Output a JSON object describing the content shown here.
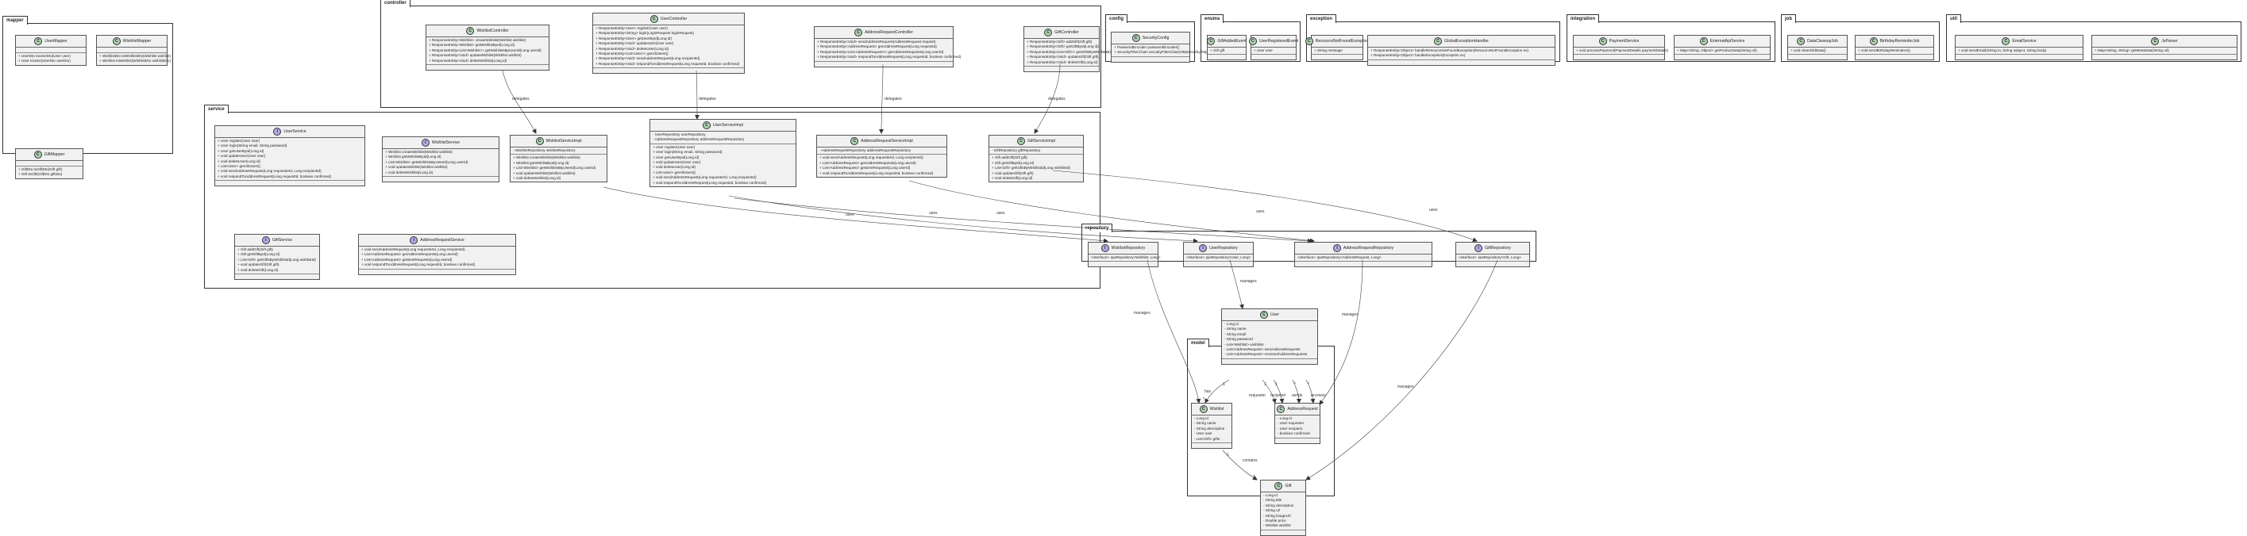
{
  "packages": [
    {
      "id": "mapper",
      "label": "mapper"
    },
    {
      "id": "controller",
      "label": "controller"
    },
    {
      "id": "config",
      "label": "config"
    },
    {
      "id": "enums",
      "label": "enums"
    },
    {
      "id": "exception",
      "label": "exception"
    },
    {
      "id": "integration",
      "label": "integration"
    },
    {
      "id": "job",
      "label": "job"
    },
    {
      "id": "util",
      "label": "util"
    },
    {
      "id": "service",
      "label": "service"
    },
    {
      "id": "repository",
      "label": "repository"
    },
    {
      "id": "model",
      "label": "model"
    }
  ],
  "classes": [
    {
      "id": "UserMapper",
      "name": "UserMapper",
      "kind": "C",
      "sections": [
        [],
        [
          "+ UserDto toUserDto(User user)",
          "+ User toUser(UserDto userDto)"
        ]
      ]
    },
    {
      "id": "WishlistMapper",
      "name": "WishlistMapper",
      "kind": "C",
      "sections": [
        [],
        [
          "+ WishlistDto toWishlistDto(Wishlist wishlist)",
          "+ Wishlist toWishlist(WishlistDto wishlistDto)"
        ]
      ]
    },
    {
      "id": "GiftMapper",
      "name": "GiftMapper",
      "kind": "C",
      "sections": [
        [],
        [
          "+ GiftDto toGiftDto(Gift gift)",
          "+ Gift toGift(GiftDto giftDto)"
        ]
      ]
    },
    {
      "id": "WishlistController",
      "name": "WishlistController",
      "kind": "C",
      "sections": [
        [
          "+ ResponseEntity<Wishlist> createWishlist(Wishlist wishlist)",
          "+ ResponseEntity<Wishlist> getWishlistById(Long id)",
          "+ ResponseEntity<List<Wishlist>> getWishlistsByUserId(Long userId)",
          "+ ResponseEntity<Void> updateWishlist(Wishlist wishlist)",
          "+ ResponseEntity<Void> deleteWishlist(Long id)"
        ]
      ]
    },
    {
      "id": "UserController",
      "name": "UserController",
      "kind": "C",
      "sections": [
        [
          "+ ResponseEntity<User> register(User user)",
          "+ ResponseEntity<String> login(LoginRequest loginRequest)",
          "+ ResponseEntity<User> getUserById(Long id)",
          "+ ResponseEntity<Void> updateUser(User user)",
          "+ ResponseEntity<Void> deleteUser(Long id)",
          "+ ResponseEntity<List<User>> getAllUsers()",
          "+ ResponseEntity<Void> sendAddressRequest(Long recipientId)",
          "+ ResponseEntity<Void> respondToAddressRequest(Long requestId, boolean confirmed)"
        ]
      ]
    },
    {
      "id": "AddressRequestController",
      "name": "AddressRequestController",
      "kind": "C",
      "sections": [
        [
          "+ ResponseEntity<Void> sendAddressRequest(AddressRequest request)",
          "+ ResponseEntity<AddressRequest> getAddressRequest(Long requestId)",
          "+ ResponseEntity<List<AddressRequest>> getAddressRequests(Long userId)",
          "+ ResponseEntity<Void> respondToAddressRequest(Long requestId, boolean confirmed)"
        ]
      ]
    },
    {
      "id": "GiftController",
      "name": "GiftController",
      "kind": "C",
      "sections": [
        [
          "+ ResponseEntity<Gift> addGift(Gift gift)",
          "+ ResponseEntity<Gift> getGiftById(Long id)",
          "+ ResponseEntity<List<Gift>> getGiftsByWishlistId(Long wishlistId)",
          "+ ResponseEntity<Void> updateGift(Gift gift)",
          "+ ResponseEntity<Void> deleteGift(Long id)"
        ]
      ]
    },
    {
      "id": "SecurityConfig",
      "name": "SecurityConfig",
      "kind": "C",
      "sections": [
        [
          "+ PasswordEncoder passwordEncoder()",
          "+ SecurityFilterChain securityFilterChain(HttpSecurity http)"
        ]
      ]
    },
    {
      "id": "GiftAddedEvent",
      "name": "GiftAddedEvent",
      "kind": "C",
      "sections": [
        [
          "+ Gift gift"
        ]
      ]
    },
    {
      "id": "UserRegisteredEvent",
      "name": "UserRegisteredEvent",
      "kind": "C",
      "sections": [
        [
          "+ User user"
        ]
      ]
    },
    {
      "id": "ResourceNotFoundException",
      "name": "ResourceNotFoundException",
      "kind": "C",
      "sections": [
        [
          "+ String message"
        ]
      ]
    },
    {
      "id": "GlobalExceptionHandler",
      "name": "GlobalExceptionHandler",
      "kind": "C",
      "sections": [
        [
          "+ ResponseEntity<Object> handleResourceNotFoundException(ResourceNotFoundException ex)",
          "+ ResponseEntity<Object> handleException(Exception ex)"
        ]
      ]
    },
    {
      "id": "PaymentService",
      "name": "PaymentService",
      "kind": "C",
      "sections": [
        [
          "+ void processPayment(PaymentDetails paymentDetails)"
        ]
      ]
    },
    {
      "id": "ExternalApiService",
      "name": "ExternalApiService",
      "kind": "C",
      "sections": [
        [
          "+ Map<String, Object> getProductData(String url)"
        ]
      ]
    },
    {
      "id": "DataCleanupJob",
      "name": "DataCleanupJob",
      "kind": "C",
      "sections": [
        [
          "+ void cleanOldData()"
        ]
      ]
    },
    {
      "id": "BirthdayReminderJob",
      "name": "BirthdayReminderJob",
      "kind": "C",
      "sections": [
        [
          "+ void sendBirthdayReminders()"
        ]
      ]
    },
    {
      "id": "EmailService",
      "name": "EmailService",
      "kind": "C",
      "sections": [
        [
          "+ void sendEmail(String to, String subject, String body)"
        ]
      ]
    },
    {
      "id": "JsParser",
      "name": "JsParser",
      "kind": "C",
      "sections": [
        [
          "+ Map<String, String> getMetaData(String url)"
        ]
      ]
    },
    {
      "id": "UserService",
      "name": "UserService",
      "kind": "I",
      "sections": [
        [
          "+ User register(User user)",
          "+ User login(String email, String password)",
          "+ User getUserById(Long id)",
          "+ void updateUser(User user)",
          "+ void deleteUser(Long id)",
          "+ List<User> getAllUsers()",
          "+ void sendAddressRequest(Long requesterId, Long recipientId)",
          "+ void respondToAddressRequest(Long requestId, boolean confirmed)"
        ]
      ]
    },
    {
      "id": "WishlistService",
      "name": "WishlistService",
      "kind": "I",
      "sections": [
        [
          "+ Wishlist createWishlist(Wishlist wishlist)",
          "+ Wishlist getWishlistById(Long id)",
          "+ List<Wishlist> getWishlistsByUserId(Long userId)",
          "+ void updateWishlist(Wishlist wishlist)",
          "+ void deleteWishlist(Long id)"
        ]
      ]
    },
    {
      "id": "WishlistServiceImpl",
      "name": "WishlistServiceImpl",
      "kind": "C",
      "sections": [
        [
          "- WishlistRepository wishlistRepository"
        ],
        [
          "+ Wishlist createWishlist(Wishlist wishlist)",
          "+ Wishlist getWishlistById(Long id)",
          "+ List<Wishlist> getWishlistsByUserId(Long userId)",
          "+ void updateWishlist(Wishlist wishlist)",
          "+ void deleteWishlist(Long id)"
        ]
      ]
    },
    {
      "id": "UserServiceImpl",
      "name": "UserServiceImpl",
      "kind": "C",
      "sections": [
        [
          "- UserRepository userRepository",
          "- AddressRequestRepository addressRequestRepository"
        ],
        [
          "+ User register(User user)",
          "+ User login(String email, String password)",
          "+ User getUserById(Long id)",
          "+ void updateUser(User user)",
          "+ void deleteUser(Long id)",
          "+ List<User> getAllUsers()",
          "+ void sendAddressRequest(Long requesterId, Long recipientId)",
          "+ void respondToAddressRequest(Long requestId, boolean confirmed)"
        ]
      ]
    },
    {
      "id": "AddressRequestServiceImpl",
      "name": "AddressRequestServiceImpl",
      "kind": "C",
      "sections": [
        [
          "- AddressRequestRepository addressRequestRepository"
        ],
        [
          "+ void sendAddressRequest(Long requesterId, Long recipientId)",
          "+ List<AddressRequest> getAddressRequests(Long userId)",
          "+ List<AddressRequest> getSentRequests(Long userId)",
          "+ void respondToAddressRequest(Long requestId, boolean confirmed)"
        ]
      ]
    },
    {
      "id": "GiftServiceImpl",
      "name": "GiftServiceImpl",
      "kind": "C",
      "sections": [
        [
          "- GiftRepository giftRepository"
        ],
        [
          "+ Gift addGift(Gift gift)",
          "+ Gift getGiftById(Long id)",
          "+ List<Gift> getGiftsByWishlistId(Long wishlistId)",
          "+ void updateGift(Gift gift)",
          "+ void deleteGift(Long id)"
        ]
      ]
    },
    {
      "id": "GiftService",
      "name": "GiftService",
      "kind": "I",
      "sections": [
        [
          "+ Gift addGift(Gift gift)",
          "+ Gift getGiftById(Long id)",
          "+ List<Gift> getGiftsByWishlistId(Long wishlistId)",
          "+ void updateGift(Gift gift)",
          "+ void deleteGift(Long id)"
        ]
      ]
    },
    {
      "id": "AddressRequestService",
      "name": "AddressRequestService",
      "kind": "I",
      "sections": [
        [
          "+ void sendAddressRequest(Long requesterId, Long recipientId)",
          "+ List<AddressRequest> getAddressRequests(Long userId)",
          "+ List<AddressRequest> getSentRequests(Long userId)",
          "+ void respondToAddressRequest(Long requestId, boolean confirmed)"
        ]
      ]
    },
    {
      "id": "WishlistRepository",
      "name": "WishlistRepository",
      "kind": "I",
      "sections": [
        [
          "<interface> JpaRepository<Wishlist, Long>"
        ]
      ]
    },
    {
      "id": "UserRepository",
      "name": "UserRepository",
      "kind": "I",
      "sections": [
        [
          "<interface> JpaRepository<User, Long>"
        ]
      ]
    },
    {
      "id": "AddressRequestRepository",
      "name": "AddressRequestRepository",
      "kind": "I",
      "sections": [
        [
          "<interface> JpaRepository<AddressRequest, Long>"
        ]
      ]
    },
    {
      "id": "GiftRepository",
      "name": "GiftRepository",
      "kind": "I",
      "sections": [
        [
          "<interface> JpaRepository<Gift, Long>"
        ]
      ]
    },
    {
      "id": "User",
      "name": "User",
      "kind": "C",
      "sections": [
        [
          "- Long id",
          "- String name",
          "- String email",
          "- String password",
          "- List<Wishlist> wishlists",
          "- List<AddressRequest> sentAddressRequests",
          "- List<AddressRequest> receivedAddressRequests"
        ]
      ]
    },
    {
      "id": "Wishlist",
      "name": "Wishlist",
      "kind": "C",
      "sections": [
        [
          "- Long id",
          "- String name",
          "- String description",
          "- User user",
          "- List<Gift> gifts"
        ]
      ]
    },
    {
      "id": "AddressRequest",
      "name": "AddressRequest",
      "kind": "C",
      "sections": [
        [
          "- Long id",
          "- User requester",
          "- User recipient",
          "- boolean confirmed"
        ]
      ]
    },
    {
      "id": "Gift",
      "name": "Gift",
      "kind": "C",
      "sections": [
        [
          "- Long id",
          "- String title",
          "- String description",
          "- String url",
          "- String imageUrl",
          "- Double price",
          "- Wishlist wishlist"
        ]
      ]
    }
  ],
  "edge_labels": {
    "delegates": "delegates",
    "uses": "uses",
    "manages": "manages",
    "contains": "contains",
    "has": "has",
    "requester": "requester",
    "recipient": "recipient",
    "sends": "sends",
    "receives": "receives",
    "one": "1",
    "many": "*"
  }
}
